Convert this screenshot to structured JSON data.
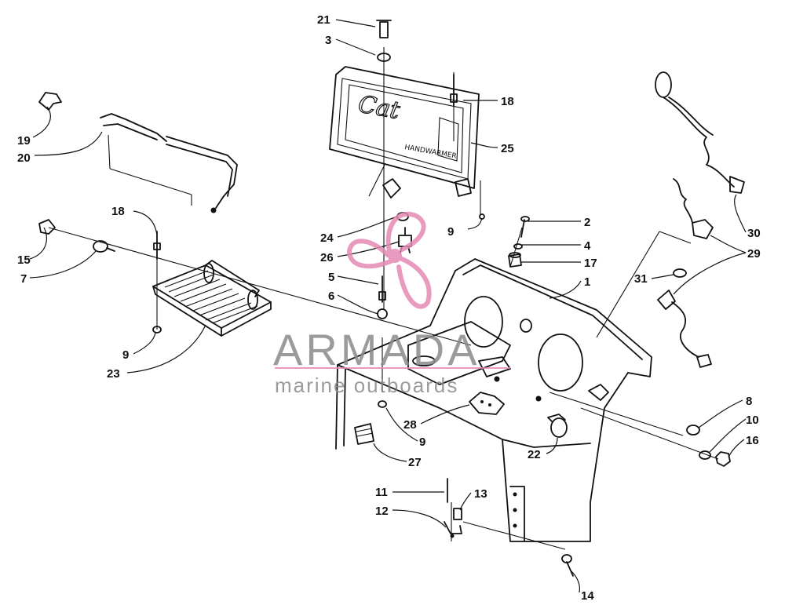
{
  "diagram": {
    "type": "exploded-parts-diagram",
    "callouts": [
      {
        "id": "c21",
        "label": "21"
      },
      {
        "id": "c3",
        "label": "3"
      },
      {
        "id": "c18a",
        "label": "18"
      },
      {
        "id": "c25",
        "label": "25"
      },
      {
        "id": "c19",
        "label": "19"
      },
      {
        "id": "c20",
        "label": "20"
      },
      {
        "id": "c2",
        "label": "2"
      },
      {
        "id": "c9a",
        "label": "9"
      },
      {
        "id": "c4",
        "label": "4"
      },
      {
        "id": "c24",
        "label": "24"
      },
      {
        "id": "c17",
        "label": "17"
      },
      {
        "id": "c26",
        "label": "26"
      },
      {
        "id": "c1",
        "label": "1"
      },
      {
        "id": "c18b",
        "label": "18"
      },
      {
        "id": "c15",
        "label": "15"
      },
      {
        "id": "c7",
        "label": "7"
      },
      {
        "id": "c5",
        "label": "5"
      },
      {
        "id": "c6",
        "label": "6"
      },
      {
        "id": "c30",
        "label": "30"
      },
      {
        "id": "c29",
        "label": "29"
      },
      {
        "id": "c31",
        "label": "31"
      },
      {
        "id": "c9b",
        "label": "9"
      },
      {
        "id": "c23",
        "label": "23"
      },
      {
        "id": "c8",
        "label": "8"
      },
      {
        "id": "c28",
        "label": "28"
      },
      {
        "id": "c9c",
        "label": "9"
      },
      {
        "id": "c10",
        "label": "10"
      },
      {
        "id": "c16",
        "label": "16"
      },
      {
        "id": "c22",
        "label": "22"
      },
      {
        "id": "c27",
        "label": "27"
      },
      {
        "id": "c11",
        "label": "11"
      },
      {
        "id": "c13",
        "label": "13"
      },
      {
        "id": "c12",
        "label": "12"
      },
      {
        "id": "c14",
        "label": "14"
      }
    ]
  },
  "watermark": {
    "brand": "ARMADA",
    "tagline": "marine outboards",
    "logo_icon": "propeller-logo-icon",
    "accent_color": "#e48ab5",
    "text_color": "#8a8a8a"
  }
}
